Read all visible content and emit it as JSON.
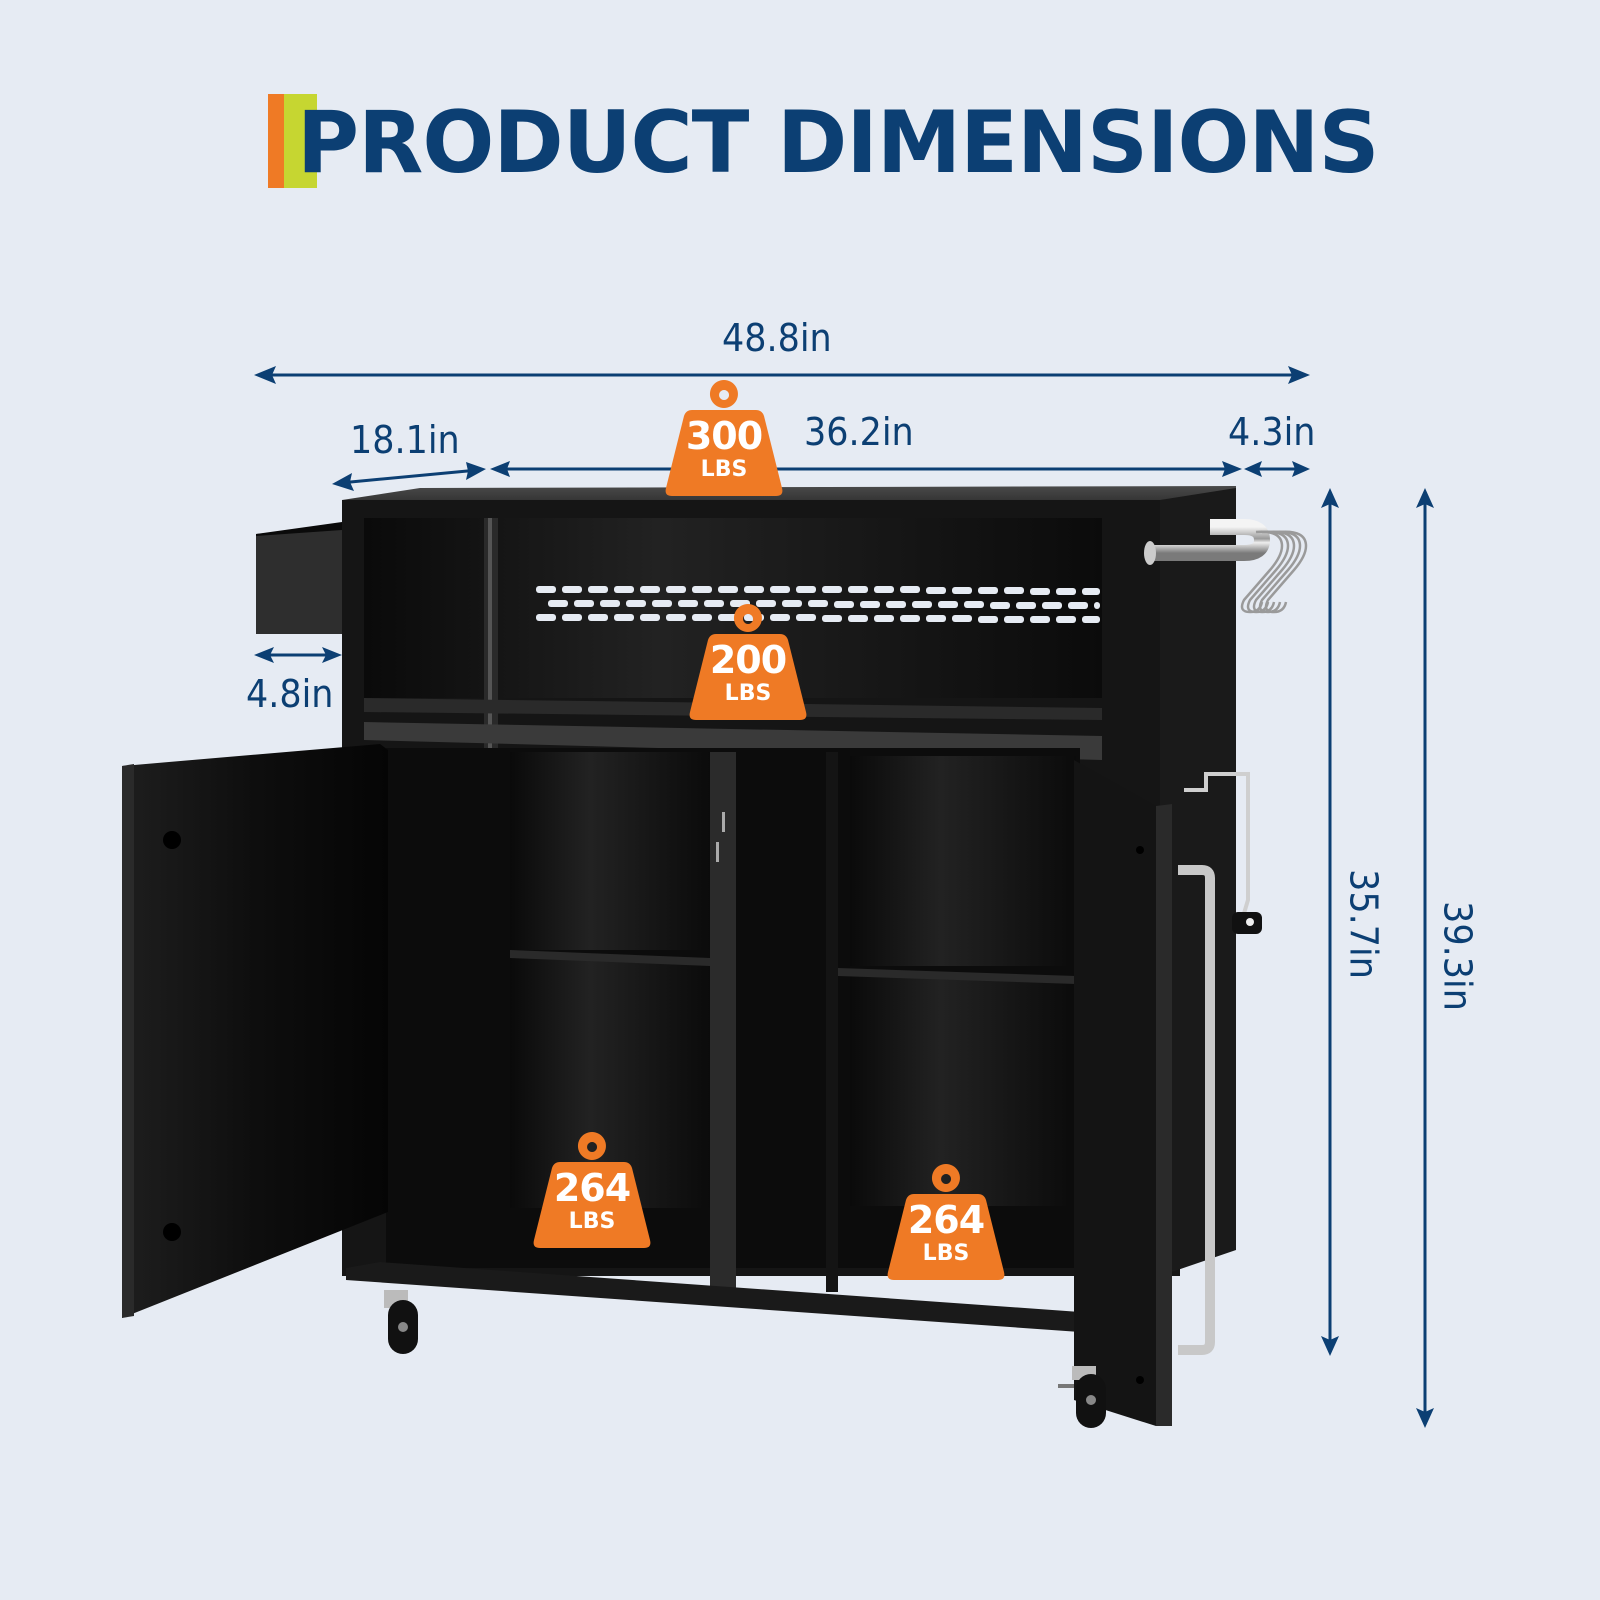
{
  "title": {
    "text": "PRODUCT DIMENSIONS",
    "accent_colors": [
      "#ef7a25",
      "#c6d631"
    ],
    "color": "#0c3f73"
  },
  "background_color": "#e6ebf3",
  "dimensions": {
    "overall_width": "48.8in",
    "depth": "18.1in",
    "cabinet_width": "36.2in",
    "towel_bar_extension": "4.3in",
    "spice_rack_depth": "4.8in",
    "cabinet_height": "35.7in",
    "overall_height": "39.3in"
  },
  "weight_capacities": [
    {
      "position": "top",
      "value": "300",
      "unit": "LBS"
    },
    {
      "position": "open-shelf",
      "value": "200",
      "unit": "LBS"
    },
    {
      "position": "left-cabinet",
      "value": "264",
      "unit": "LBS"
    },
    {
      "position": "right-cabinet",
      "value": "264",
      "unit": "LBS"
    }
  ],
  "colors": {
    "dimension_blue": "#0c3f73",
    "weight_orange": "#ef7a25",
    "cabinet_black": "#111111"
  },
  "product_parts": [
    "countertop",
    "side-spice-rack",
    "open-shelf",
    "ventilated-back-panel",
    "towel-bar",
    "s-hooks",
    "left-door",
    "right-door",
    "adjustable-shelves",
    "side-handle",
    "side-hook",
    "casters"
  ]
}
